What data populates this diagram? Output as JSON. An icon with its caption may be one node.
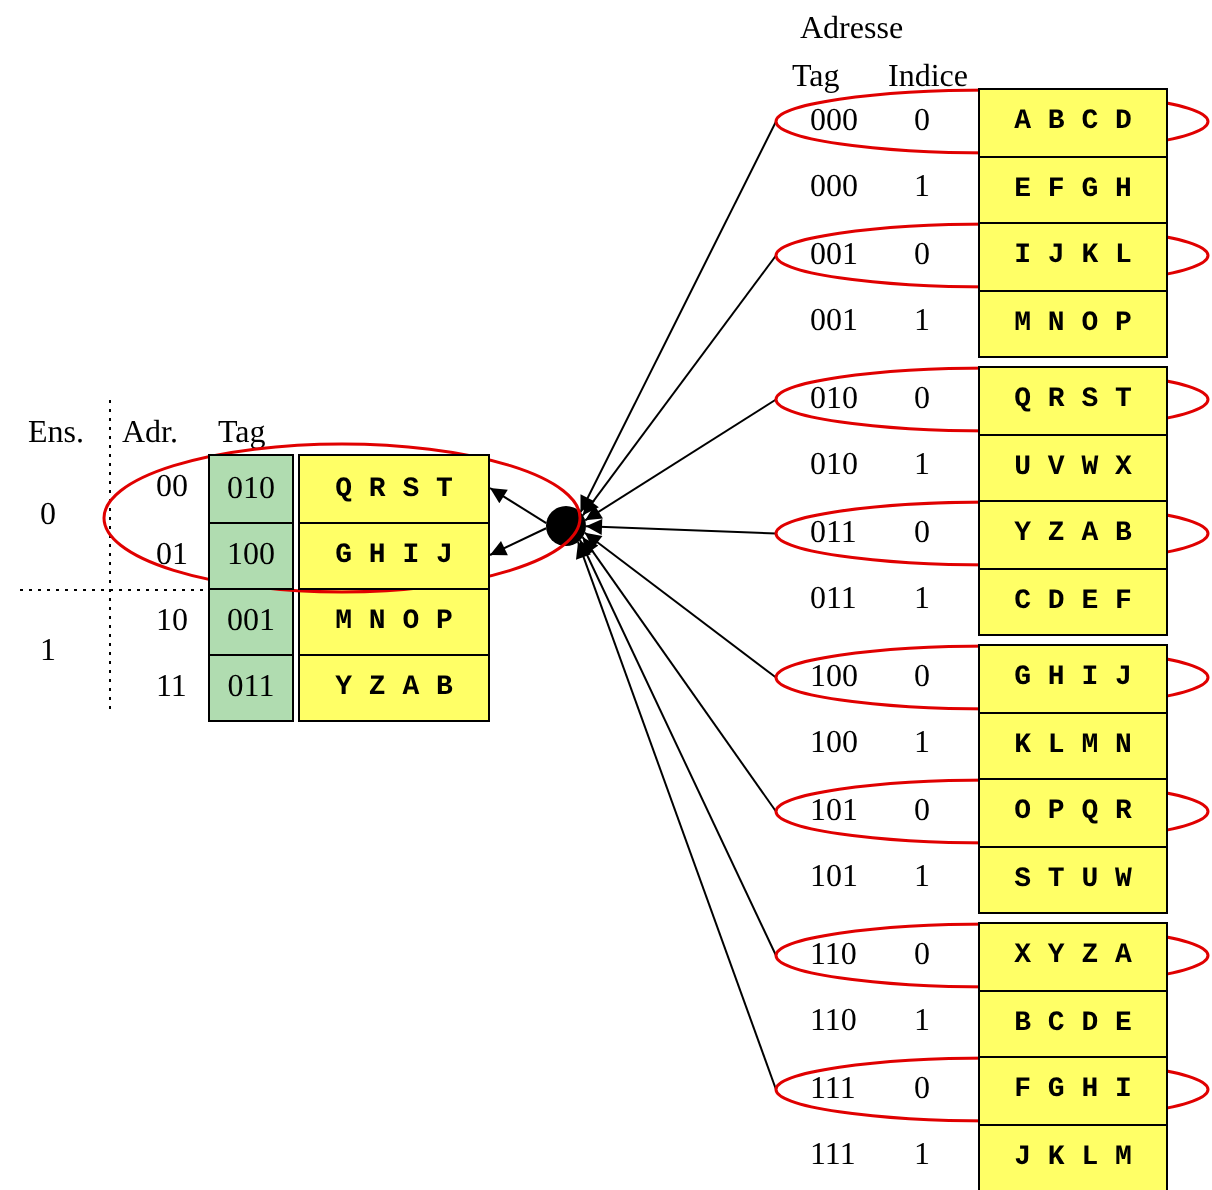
{
  "diagram": {
    "nodes": [
      {
        "text": [],
        "shape": "ellipse"
      },
      {
        "text": [
          "00",
          "010",
          "Q R S T"
        ],
        "in": 0
      },
      {
        "text": [
          "01",
          "100",
          "G H I J"
        ],
        "in": 0
      },
      {
        "text": [
          "10",
          "001",
          "M N O P"
        ]
      },
      {
        "text": [
          "11",
          "011",
          "Y Z A B"
        ]
      },
      {
        "text": [],
        "shape": "circle"
      },
      {
        "text": [],
        "shape": "ellipse"
      },
      {
        "text": [
          "000",
          "0",
          "A B C D"
        ],
        "in": 6
      },
      {
        "text": [
          "000",
          "1",
          "E F G H"
        ]
      },
      {
        "text": [],
        "shape": "ellipse"
      },
      {
        "text": [
          "001",
          "0",
          "I J K L"
        ],
        "in": 9
      },
      {
        "text": [
          "001",
          "1",
          "M N O P"
        ]
      },
      {
        "text": [],
        "shape": "ellipse"
      },
      {
        "text": [
          "010",
          "0",
          "Q R S T"
        ],
        "in": 12
      },
      {
        "text": [
          "010",
          "1",
          "U V W X"
        ]
      },
      {
        "text": [],
        "shape": "ellipse"
      },
      {
        "text": [
          "011",
          "0",
          "Y Z A B"
        ],
        "in": 15
      },
      {
        "text": [
          "011",
          "1",
          "C D E F"
        ]
      },
      {
        "text": [],
        "shape": "ellipse"
      },
      {
        "text": [
          "100",
          "0",
          "G H I J"
        ],
        "in": 18
      },
      {
        "text": [
          "100",
          "1",
          "K L M N"
        ]
      },
      {
        "text": [],
        "shape": "ellipse"
      },
      {
        "text": [
          "101",
          "0",
          "O P Q R"
        ],
        "in": 21
      },
      {
        "text": [
          "101",
          "1",
          "S T U W"
        ]
      },
      {
        "text": [],
        "shape": "ellipse"
      },
      {
        "text": [
          "110",
          "0",
          "X Y Z A"
        ],
        "in": 24
      },
      {
        "text": [
          "110",
          "1",
          "B C D E"
        ]
      },
      {
        "text": [],
        "shape": "ellipse"
      },
      {
        "text": [
          "111",
          "0",
          "F G H I"
        ],
        "in": 27
      },
      {
        "text": [
          "111",
          "1",
          "J K L M"
        ]
      }
    ],
    "edges": [
      {
        "from": 5,
        "to": 1,
        "arrow": "to"
      },
      {
        "from": 5,
        "to": 2,
        "arrow": "to"
      },
      {
        "from": 6,
        "to": 5,
        "arrow": "to"
      },
      {
        "from": 9,
        "to": 5,
        "arrow": "to"
      },
      {
        "from": 12,
        "to": 5,
        "arrow": "to"
      },
      {
        "from": 15,
        "to": 5,
        "arrow": "to"
      },
      {
        "from": 18,
        "to": 5,
        "arrow": "to"
      },
      {
        "from": 21,
        "to": 5,
        "arrow": "to"
      },
      {
        "from": 24,
        "to": 5,
        "arrow": "to"
      },
      {
        "from": 27,
        "to": 5,
        "arrow": "to"
      }
    ],
    "labels": [
      "Adresse",
      "Tag",
      "Indice",
      "Ens.",
      "Adr.",
      "Tag",
      "0",
      "1"
    ]
  }
}
